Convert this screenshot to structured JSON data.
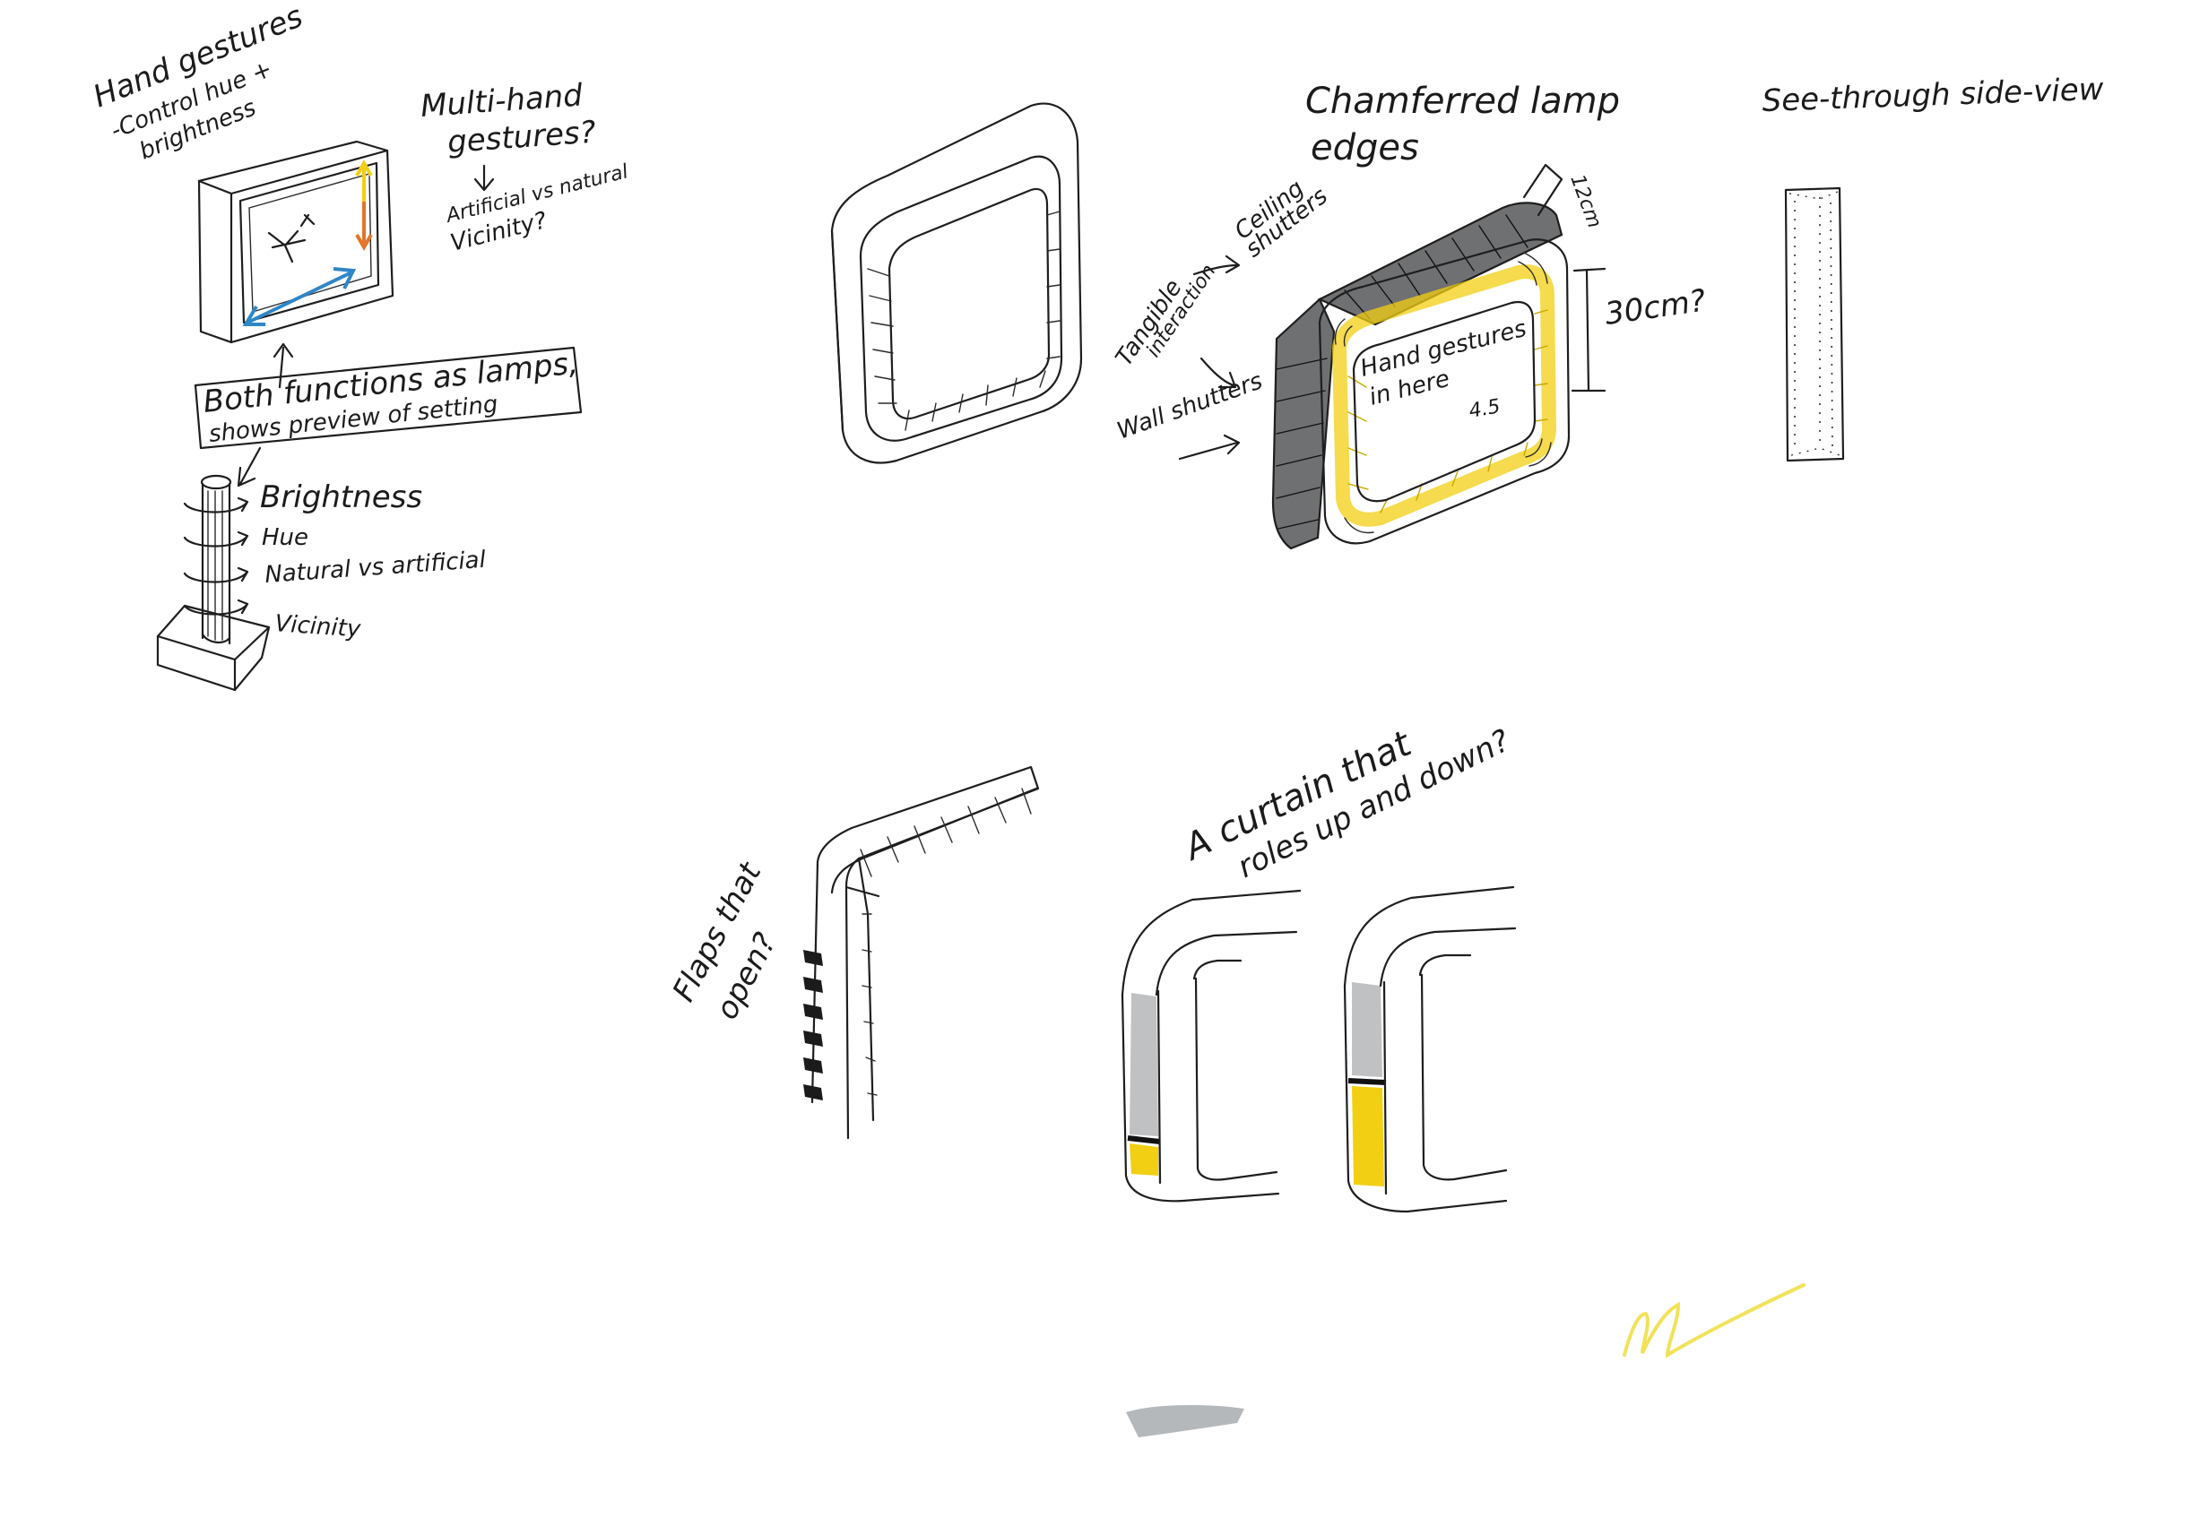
{
  "colors": {
    "paper": "#ffffff",
    "ink": "#1e1e1e",
    "yellow": "#f2cf12",
    "orange": "#e2762a",
    "blue": "#2f86c8",
    "gray_marker": "#bfc1c3",
    "dark_marker": "#6f7072"
  },
  "sketch_a": {
    "note_gestures": [
      "Hand gestures",
      "-Control hue +",
      "brightness"
    ],
    "note_multi_hand": [
      "Multi-hand",
      "gestures?"
    ],
    "note_artificial": [
      "Artificial vs natural",
      "Vicinity?"
    ],
    "note_both_functions": [
      "Both functions as lamps,",
      "shows preview of setting"
    ]
  },
  "sketch_controller": {
    "labels": [
      "Brightness",
      "Hue",
      "Natural vs artificial",
      "Vicinity"
    ]
  },
  "sketch_c": {
    "title": [
      "Chamferred lamp",
      "edges"
    ],
    "note_tangible": [
      "Tangible",
      "interaction"
    ],
    "note_ceiling": [
      "Ceiling",
      "shutters"
    ],
    "note_wall": "Wall shutters",
    "inner_text": [
      "Hand gestures",
      "in here"
    ],
    "inner_number": "4.5",
    "dim_depth": "12cm",
    "dim_height": "30cm?"
  },
  "sketch_d": {
    "title": "See-through side-view"
  },
  "sketch_e": {
    "note_flaps": [
      "Flaps that",
      "open?"
    ]
  },
  "sketch_f": {
    "note_curtain": [
      "A curtain that",
      "roles up and down?"
    ]
  }
}
